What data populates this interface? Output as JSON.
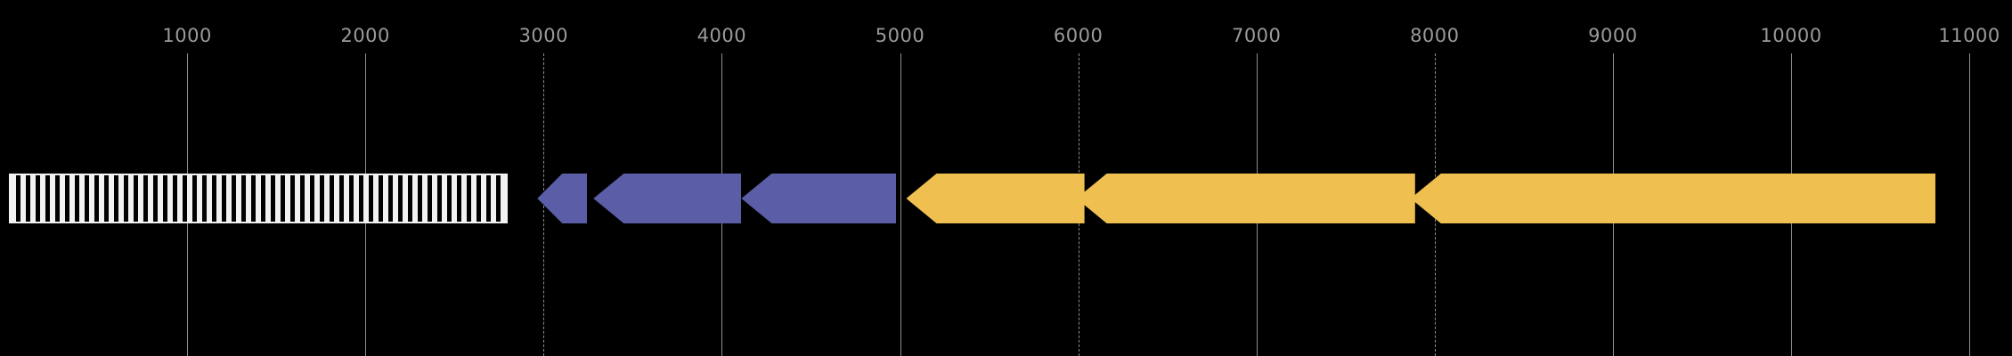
{
  "chart_data": {
    "type": "bar",
    "title": "",
    "xlabel": "",
    "ylabel": "",
    "xlim": [
      0,
      11200
    ],
    "grid": true,
    "legend": "none",
    "axis": {
      "tick_labels": [
        "1000",
        "2000",
        "3000",
        "4000",
        "5000",
        "6000",
        "7000",
        "8000",
        "9000",
        "10000",
        "11000"
      ],
      "tick_values": [
        1000,
        2000,
        3000,
        4000,
        5000,
        6000,
        7000,
        8000,
        9000,
        10000,
        11000
      ],
      "tick_style": [
        "solid",
        "solid",
        "dashed",
        "solid",
        "solid",
        "dashed",
        "solid",
        "dashed",
        "solid",
        "solid",
        "solid"
      ]
    },
    "colors": {
      "background": "#000000",
      "gridline": "#9a9a9a",
      "tick_text": "#9a9a9a",
      "blue_feature": "#5b5ea6",
      "yellow_feature": "#efc050",
      "hatch_stroke": "#f2f2f2"
    },
    "features": [
      {
        "name": "hatched-region",
        "start": 0,
        "end": 2800,
        "shape": "hatched-block",
        "strand": "none",
        "color": "#f2f2f2"
      },
      {
        "name": "blue-gene-1",
        "start": 2965,
        "end": 3245,
        "shape": "arrow-left",
        "strand": "-",
        "color": "#5b5ea6"
      },
      {
        "name": "blue-gene-2",
        "start": 3280,
        "end": 4110,
        "shape": "arrow-left",
        "strand": "-",
        "color": "#5b5ea6"
      },
      {
        "name": "blue-gene-3",
        "start": 4110,
        "end": 4980,
        "shape": "arrow-left",
        "strand": "-",
        "color": "#5b5ea6"
      },
      {
        "name": "yellow-gene-1",
        "start": 5035,
        "end": 6035,
        "shape": "arrow-left",
        "strand": "-",
        "color": "#efc050"
      },
      {
        "name": "yellow-gene-2",
        "start": 5990,
        "end": 7890,
        "shape": "arrow-left",
        "strand": "-",
        "color": "#efc050"
      },
      {
        "name": "yellow-gene-3",
        "start": 7865,
        "end": 8750,
        "shape": "arrow-left",
        "strand": "-",
        "color": "#efc050"
      },
      {
        "name": "yellow-gene-4",
        "start": 8590,
        "end": 10810,
        "shape": "block",
        "strand": "none",
        "color": "#efc050"
      }
    ]
  },
  "axis": {
    "ticks": [
      {
        "label": "1000",
        "pos": 1000,
        "style": "solid"
      },
      {
        "label": "2000",
        "pos": 2000,
        "style": "solid"
      },
      {
        "label": "3000",
        "pos": 3000,
        "style": "dashed"
      },
      {
        "label": "4000",
        "pos": 4000,
        "style": "solid"
      },
      {
        "label": "5000",
        "pos": 5000,
        "style": "solid"
      },
      {
        "label": "6000",
        "pos": 6000,
        "style": "dashed"
      },
      {
        "label": "7000",
        "pos": 7000,
        "style": "solid"
      },
      {
        "label": "8000",
        "pos": 8000,
        "style": "dashed"
      },
      {
        "label": "9000",
        "pos": 9000,
        "style": "solid"
      },
      {
        "label": "10000",
        "pos": 10000,
        "style": "solid"
      },
      {
        "label": "11000",
        "pos": 11000,
        "style": "solid"
      }
    ]
  }
}
